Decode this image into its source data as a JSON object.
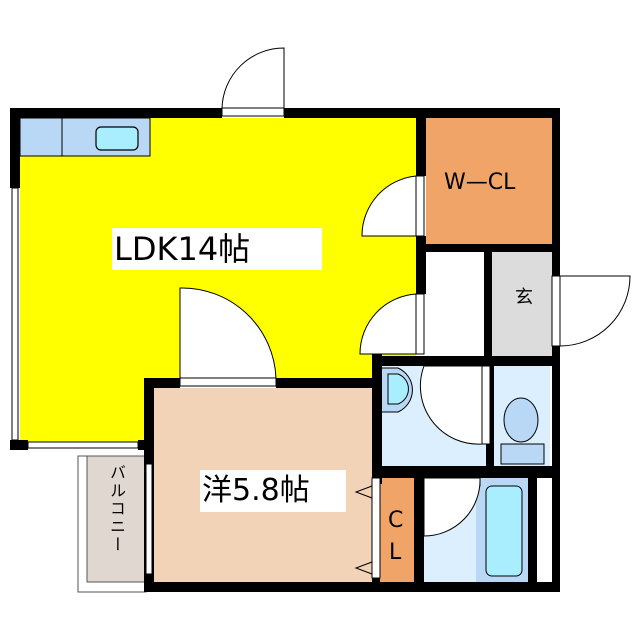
{
  "floorplan": {
    "colors": {
      "ldk": "#ffff00",
      "western_room": "#f2d3b8",
      "wcl": "#f0a468",
      "cl": "#f0a468",
      "entrance": "#dcdcdc",
      "wet_area": "#dcefff",
      "fixture": "#b8d8f5",
      "fixture_inner": "#a8eeff",
      "balcony": "#e0d8d0",
      "wall": "#000000"
    },
    "rooms": {
      "ldk": {
        "label": "LDK14帖"
      },
      "western": {
        "label": "洋5.8帖"
      },
      "wcl": {
        "label": "W—CL"
      },
      "entrance": {
        "label": "玄"
      },
      "closet": {
        "label_line1": "C",
        "label_line2": "L"
      },
      "balcony": {
        "label": "バルコニー"
      }
    }
  }
}
